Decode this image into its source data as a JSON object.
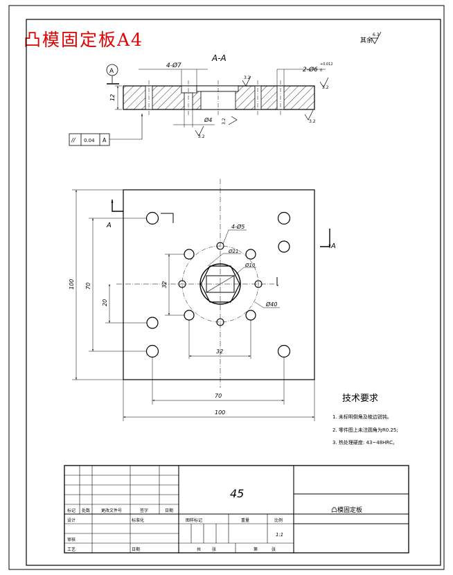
{
  "sheet_title": "凸模固定板A4",
  "roughness_rest": "其余",
  "roughness_rest_value": "6.3",
  "section_label": "A-A",
  "datum_letter": "A",
  "dim_holes_top": "4-Ø7",
  "dim_pins_top": "2-Ø6",
  "dim_pins_tol_upper": "+0.012",
  "dim_pins_tol_lower": "0",
  "dim_thickness": "12",
  "dim_small_hole": "Ø4",
  "roughness_values": [
    "3.2",
    "3.2",
    "3.2",
    "3.2",
    "3.2"
  ],
  "tol_parallel_symbol": "//",
  "tol_parallel_value": "0.04",
  "tol_parallel_datum": "A",
  "dims_plan": {
    "h100": "100",
    "h70": "70",
    "h32": "32",
    "v100": "100",
    "v70": "70",
    "v32": "32",
    "v20": "20",
    "d4_5": "4-Ø5",
    "d21": "Ø21",
    "d10": "Ø10",
    "d40": "Ø40"
  },
  "section_arrow_label": "A",
  "tech_title": "技术要求",
  "tech_items": [
    "1. 未标明倒角及棱边锐钝。",
    "2. 零件图上未注圆角为R0.25;",
    "3. 热处理硬度: 43~48HRC。"
  ],
  "title_block": {
    "material": "45",
    "part_name": "凸模固定板",
    "row_labels_1": [
      "标记",
      "处数",
      "更改文件号",
      "签字",
      "日期"
    ],
    "designer": "设计",
    "standardize": "标准化",
    "stage_mark": "图样标记",
    "weight": "重量",
    "scale_label": "比例",
    "scale_value": "1:1",
    "review": "审核",
    "process": "工艺",
    "date": "日期",
    "total": "共",
    "sheet": "张",
    "page": "第",
    "zhang2": "张"
  }
}
